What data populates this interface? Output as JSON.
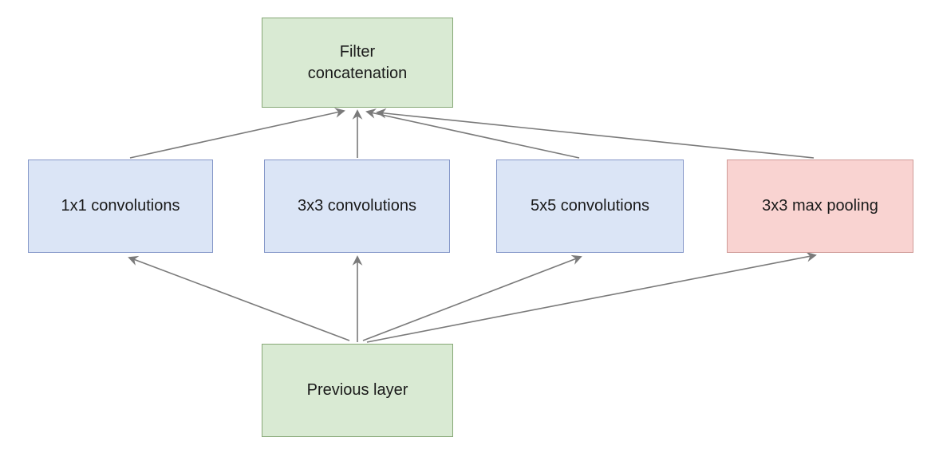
{
  "diagram": {
    "background": "#ffffff",
    "arrow_color": "#7a7a7a",
    "nodes": {
      "filter_concatenation": {
        "label": "Filter concatenation",
        "fill": "#d9ead3",
        "border": "#86a876"
      },
      "conv_1x1": {
        "label": "1x1 convolutions",
        "fill": "#dbe5f6",
        "border": "#8496c8"
      },
      "conv_3x3": {
        "label": "3x3 convolutions",
        "fill": "#dbe5f6",
        "border": "#8496c8"
      },
      "conv_5x5": {
        "label": "5x5 convolutions",
        "fill": "#dbe5f6",
        "border": "#8496c8"
      },
      "max_pooling": {
        "label": "3x3 max pooling",
        "fill": "#f9d3d1",
        "border": "#cf9a97"
      },
      "previous_layer": {
        "label": "Previous layer",
        "fill": "#d9ead3",
        "border": "#86a876"
      }
    },
    "edges": [
      {
        "from": "previous_layer",
        "to": "conv_1x1"
      },
      {
        "from": "previous_layer",
        "to": "conv_3x3"
      },
      {
        "from": "previous_layer",
        "to": "conv_5x5"
      },
      {
        "from": "previous_layer",
        "to": "max_pooling"
      },
      {
        "from": "conv_1x1",
        "to": "filter_concatenation"
      },
      {
        "from": "conv_3x3",
        "to": "filter_concatenation"
      },
      {
        "from": "conv_5x5",
        "to": "filter_concatenation"
      },
      {
        "from": "max_pooling",
        "to": "filter_concatenation"
      }
    ]
  }
}
